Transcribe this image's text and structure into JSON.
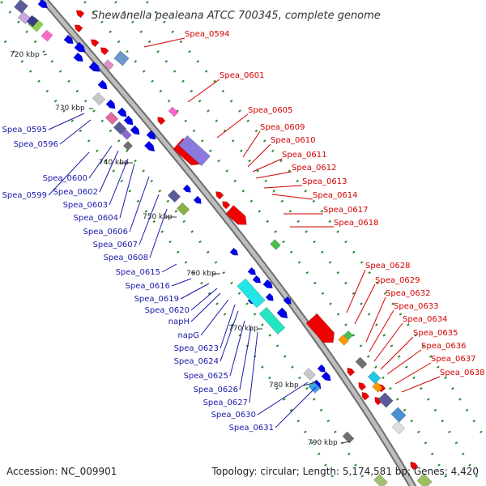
{
  "title": "Shewanella pealeana ATCC 700345, complete genome",
  "footer": {
    "accession": "Accession: NC_009901",
    "topology": "Topology: circular; Length: 5,174,581 bp; Genes: 4,420"
  },
  "scale_marks": [
    "720 kbp",
    "730 kbp",
    "740 kbp",
    "750 kbp",
    "760 kbp",
    "770 kbp",
    "780 kbp",
    "790 kbp"
  ],
  "labels_right": [
    "Spea_0594",
    "Spea_0601",
    "Spea_0605",
    "Spea_0609",
    "Spea_0610",
    "Spea_0611",
    "Spea_0612",
    "Spea_0613",
    "Spea_0614",
    "Spea_0617",
    "Spea_0618",
    "Spea_0628",
    "Spea_0629",
    "Spea_0632",
    "Spea_0633",
    "Spea_0634",
    "Spea_0635",
    "Spea_0636",
    "Spea_0637",
    "Spea_0638"
  ],
  "labels_left": [
    "Spea_0595",
    "Spea_0596",
    "Spea_0600",
    "Spea_0599",
    "Spea_0602",
    "Spea_0603",
    "Spea_0604",
    "Spea_0606",
    "Spea_0607",
    "Spea_0608",
    "Spea_0615",
    "Spea_0616",
    "Spea_0619",
    "Spea_0620",
    "napH",
    "napG",
    "Spea_0623",
    "Spea_0624",
    "Spea_0625",
    "Spea_0626",
    "Spea_0627",
    "Spea_0630",
    "Spea_0631"
  ],
  "colors": {
    "backbone": "#9a9a9a",
    "forward_strand": "#0000ee",
    "reverse_strand": "#ee0000",
    "gc_track": "#2a8a2a",
    "label_right": "#d40000",
    "label_left": "#1a1aa8"
  }
}
